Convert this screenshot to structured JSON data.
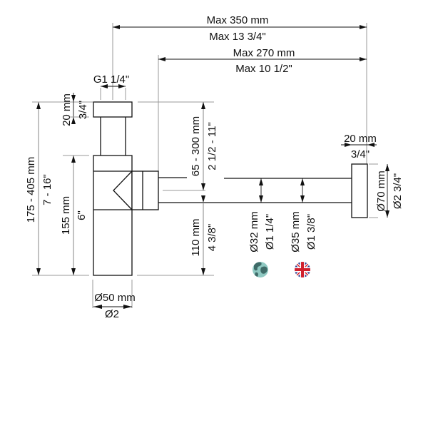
{
  "drawing": {
    "title": "Bottle trap dimension drawing",
    "dimensions": {
      "max_length_mm": "Max 350 mm",
      "max_length_in": "Max 13 3/4\"",
      "max_length2_mm": "Max 270 mm",
      "max_length2_in": "Max 10 1/2\"",
      "thread": "G1 1/4\"",
      "cap_height_mm": "20 mm",
      "cap_height_in": "3/4\"",
      "total_height_mm": "175 - 405 mm",
      "total_height_in": "7 - 16\"",
      "body_height_mm": "155 mm",
      "body_height_in": "6\"",
      "body_diameter_mm": "Ø50 mm",
      "body_diameter_in": "Ø2",
      "adjust_height_mm": "65 - 300 mm",
      "adjust_height_in": "2 1/2 - 11\"",
      "outlet_height_mm": "110 mm",
      "outlet_height_in": "4 3/8\"",
      "pipe_eu_mm": "Ø32 mm",
      "pipe_eu_in": "Ø1 1/4\"",
      "pipe_uk_mm": "Ø35 mm",
      "pipe_uk_in": "Ø1 3/8\"",
      "rosette_depth_mm": "20 mm",
      "rosette_depth_in": "3/4\"",
      "rosette_diameter_mm": "Ø70 mm",
      "rosette_diameter_in": "Ø2 3/4\""
    },
    "icons": {
      "eu_variant": "globe-icon",
      "uk_variant": "uk-flag-icon"
    },
    "colors": {
      "line": "#111111",
      "extension": "#9a9a9a",
      "globe_land": "#3f6b68",
      "globe_sea": "#8fc9c2",
      "flag_red": "#d0202e",
      "flag_blue": "#2b3a8f"
    }
  }
}
